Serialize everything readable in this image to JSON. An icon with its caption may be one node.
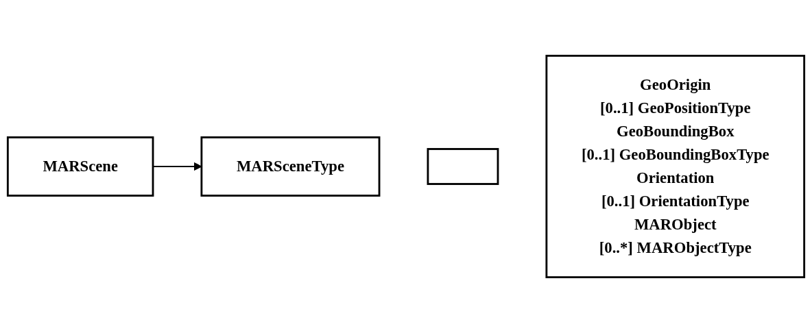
{
  "diagram": {
    "nodes": [
      {
        "text": [
          "MARScene"
        ]
      },
      {
        "text": [
          "MARSceneType"
        ]
      },
      {
        "text": [],
        "shape": "box"
      },
      {
        "text": [
          "GeoOrigin",
          "[0..1] GeoPositionType",
          "GeoBoundingBox",
          "[0..1] GeoBoundingBoxType",
          "Orientation",
          "[0..1] OrientationType",
          "MARObject",
          "[0..*] MARObjectType"
        ]
      }
    ],
    "edges": [
      {
        "from": 0,
        "to": 1,
        "arrow": "to"
      }
    ]
  }
}
